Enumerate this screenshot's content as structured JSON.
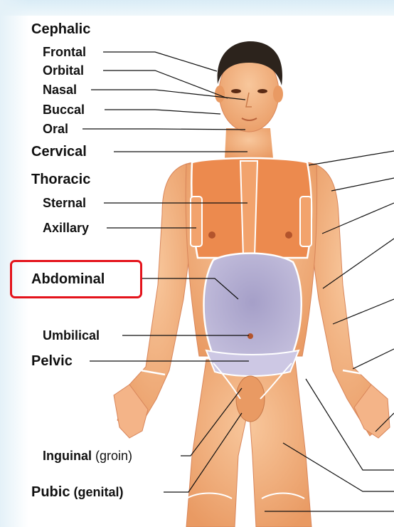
{
  "labels": {
    "cephalic": "Cephalic",
    "frontal": "Frontal",
    "orbital": "Orbital",
    "nasal": "Nasal",
    "buccal": "Buccal",
    "oral": "Oral",
    "cervical": "Cervical",
    "thoracic": "Thoracic",
    "sternal": "Sternal",
    "axillary": "Axillary",
    "abdominal": "Abdominal",
    "umbilical": "Umbilical",
    "pelvic": "Pelvic",
    "inguinal_main": "Inguinal",
    "inguinal_paren": " (groin)",
    "pubic_main": "Pubic",
    "pubic_paren": " (genital)"
  },
  "highlighted_region": "Abdominal",
  "colors": {
    "skin": "#f0ab7a",
    "skin_light": "#f7caa0",
    "thorax": "#ec8a4e",
    "abdomen": "#b2acd0",
    "hair": "#2c231c",
    "highlight": "#e4131b"
  }
}
